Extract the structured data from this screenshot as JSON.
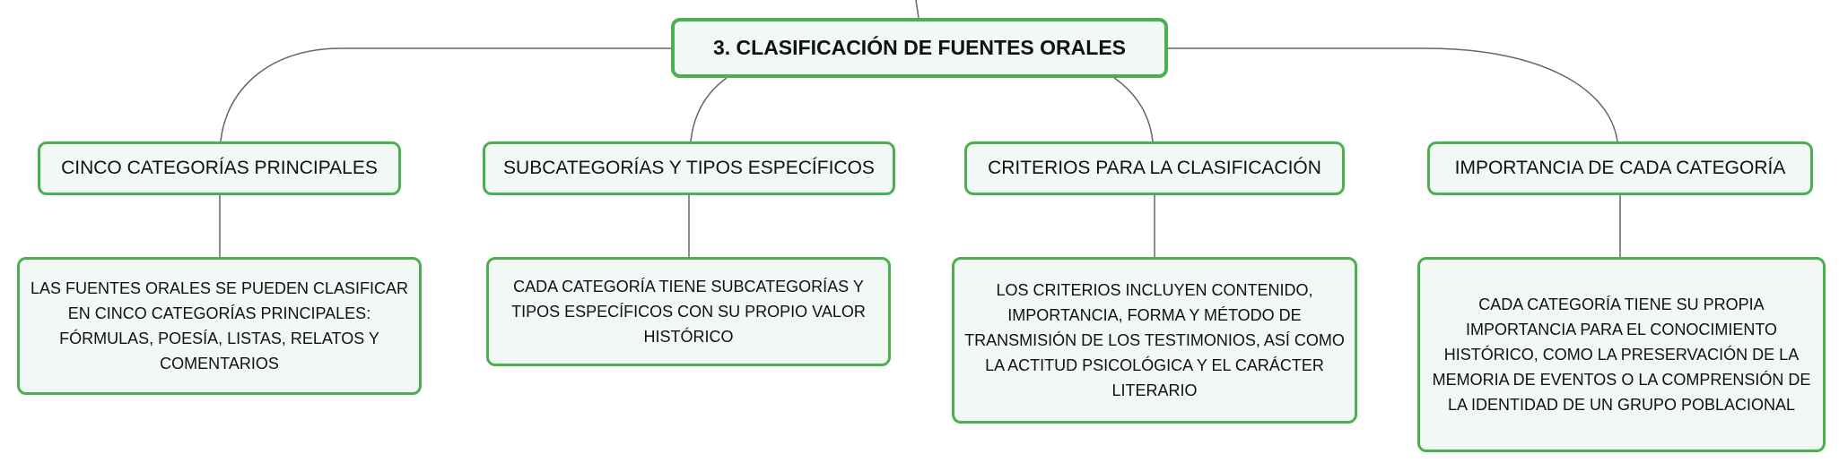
{
  "root": {
    "label": "3. CLASIFICACIÓN DE FUENTES ORALES"
  },
  "categories": [
    {
      "title": "CINCO CATEGORÍAS PRINCIPALES",
      "description": "LAS FUENTES ORALES SE PUEDEN CLASIFICAR EN CINCO CATEGORÍAS PRINCIPALES: FÓRMULAS, POESÍA, LISTAS, RELATOS Y COMENTARIOS"
    },
    {
      "title": "SUBCATEGORÍAS Y TIPOS ESPECÍFICOS",
      "description": "CADA CATEGORÍA TIENE SUBCATEGORÍAS Y TIPOS ESPECÍFICOS CON SU PROPIO VALOR HISTÓRICO"
    },
    {
      "title": "CRITERIOS PARA LA CLASIFICACIÓN",
      "description": "LOS CRITERIOS INCLUYEN CONTENIDO, IMPORTANCIA, FORMA Y MÉTODO DE TRANSMISIÓN DE LOS TESTIMONIOS, ASÍ COMO LA ACTITUD PSICOLÓGICA Y EL CARÁCTER LITERARIO"
    },
    {
      "title": "IMPORTANCIA DE CADA CATEGORÍA",
      "description": "CADA CATEGORÍA TIENE SU PROPIA IMPORTANCIA PARA EL CONOCIMIENTO HISTÓRICO, COMO LA PRESERVACIÓN DE LA MEMORIA DE EVENTOS O LA COMPRENSIÓN DE LA IDENTIDAD DE UN GRUPO POBLACIONAL"
    }
  ],
  "colors": {
    "node_border": "#4caf50",
    "node_fill": "#f2f8f3",
    "connector": "#666666"
  }
}
